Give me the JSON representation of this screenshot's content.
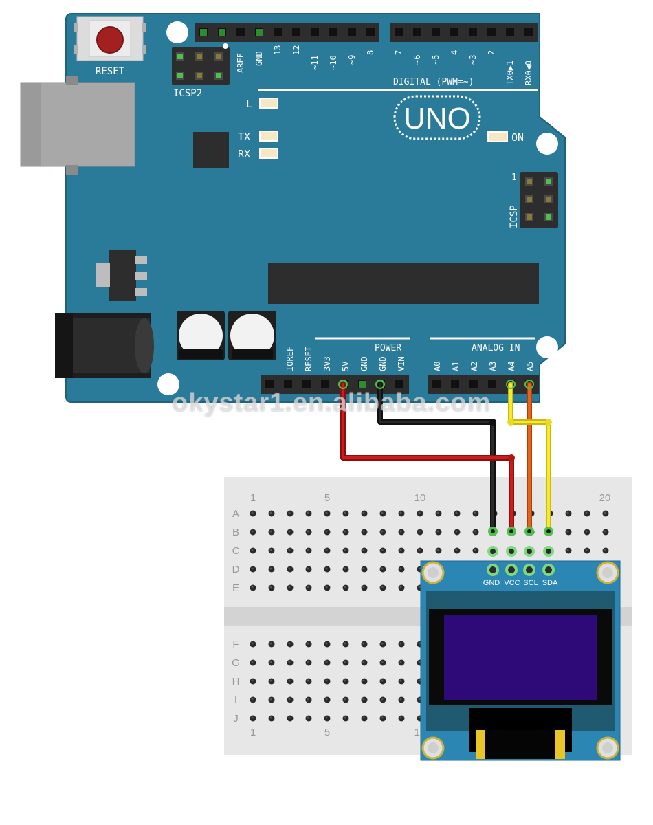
{
  "colors": {
    "board": "#2a7a9a",
    "board_dark": "#1f6580",
    "breadboard": "#e7e7e7",
    "header": "#2d2d2d",
    "wire_black": "#1a1a1a",
    "wire_red": "#c41818",
    "wire_orange": "#e05a10",
    "wire_yellow": "#f2e41c",
    "pin_green": "#4ec04e",
    "oled_board": "#2c86b4",
    "oled_screen": "#2e0a78"
  },
  "board": {
    "logo": "UNO",
    "reset_label": "RESET",
    "icsp2_label": "ICSP2",
    "icsp_label": "ICSP",
    "icsp_pin1": "1",
    "led_l": "L",
    "led_tx": "TX",
    "led_rx": "RX",
    "led_on": "ON",
    "digital_label": "DIGITAL (PWM=~)",
    "digital_pins_left": [
      "AREF",
      "GND",
      "13",
      "12",
      "~11",
      "~10",
      "~9",
      "8"
    ],
    "digital_pins_right": [
      "7",
      "~6",
      "~5",
      "4",
      "~3",
      "2",
      "TX0▶1",
      "RX0◀0"
    ],
    "power_label": "POWER",
    "power_pins": [
      "IOREF",
      "RESET",
      "3V3",
      "5V",
      "GND",
      "GND",
      "VIN"
    ],
    "analog_label": "ANALOG IN",
    "analog_pins": [
      "A0",
      "A1",
      "A2",
      "A3",
      "A4",
      "A5"
    ]
  },
  "breadboard": {
    "col_numbers_top": [
      "1",
      "5",
      "10",
      "20"
    ],
    "col_numbers_bottom": [
      "1",
      "5",
      "10"
    ],
    "rows_top": [
      "A",
      "B",
      "C",
      "D",
      "E"
    ],
    "rows_bottom": [
      "F",
      "G",
      "H",
      "I",
      "J"
    ]
  },
  "oled": {
    "pins": [
      "GND",
      "VCC",
      "SCL",
      "SDA"
    ]
  },
  "watermark": "okystar1.en.alibaba.com"
}
